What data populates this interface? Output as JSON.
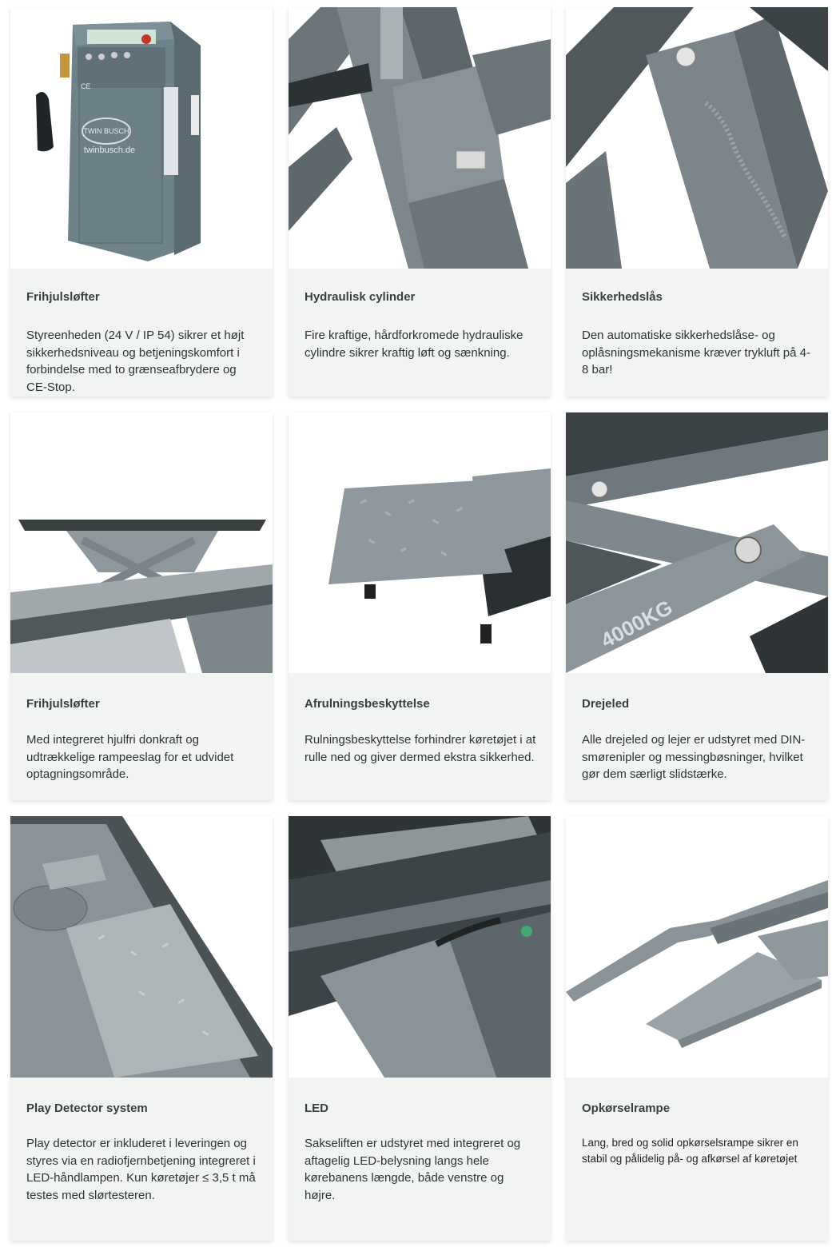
{
  "cards": [
    {
      "title": "Frihjulsløfter",
      "text": "Styreenheden (24 V / IP 54) sikrer et højt sikkerhedsniveau og betjeningskomfort i forbindelse med to grænseafbrydere og CE-Stop.",
      "label_brand": "TWIN BUSCH",
      "label_site": "twinbusch.de",
      "label_ce": "CE"
    },
    {
      "title": "Hydraulisk cylinder",
      "text": "Fire kraftige, hårdforkromede hydrauliske cylindre sikrer kraftig løft og sænkning."
    },
    {
      "title": "Sikkerhedslås",
      "text": "Den automatiske sikkerhedslåse- og oplåsningsmekanisme kræver trykluft på 4-8 bar!"
    },
    {
      "title": "Frihjulsløfter",
      "text": "Med integreret hjulfri donkraft og udtrækkelige rampeeslag for et udvidet optagningsområde."
    },
    {
      "title": "Afrulningsbeskyttelse",
      "text": "Rulningsbeskyttelse forhindrer køretøjet i at rulle ned og giver dermed ekstra sikkerhed."
    },
    {
      "title": "Drejeled",
      "text": "Alle drejeled og lejer er udstyret med DIN-smørenipler og messingbøsninger, hvilket gør dem særligt slidstærke.",
      "label_capacity": "4000KG"
    },
    {
      "title": "Play Detector system",
      "text": "Play detector er inkluderet i leveringen og styres via en radiofjernbetjening integreret i LED-håndlampen. Kun køretøjer ≤ 3,5 t må testes med slørtesteren."
    },
    {
      "title": "LED",
      "text": "Sakseliften er udstyret med integreret og aftagelig LED-belysning langs hele kørebanens længde, både venstre og højre."
    },
    {
      "title": "Opkørselrampe",
      "text": "Lang, bred og solid opkørselsrampe sikrer en stabil og pålidelig på- og afkørsel af køretøjet"
    }
  ]
}
